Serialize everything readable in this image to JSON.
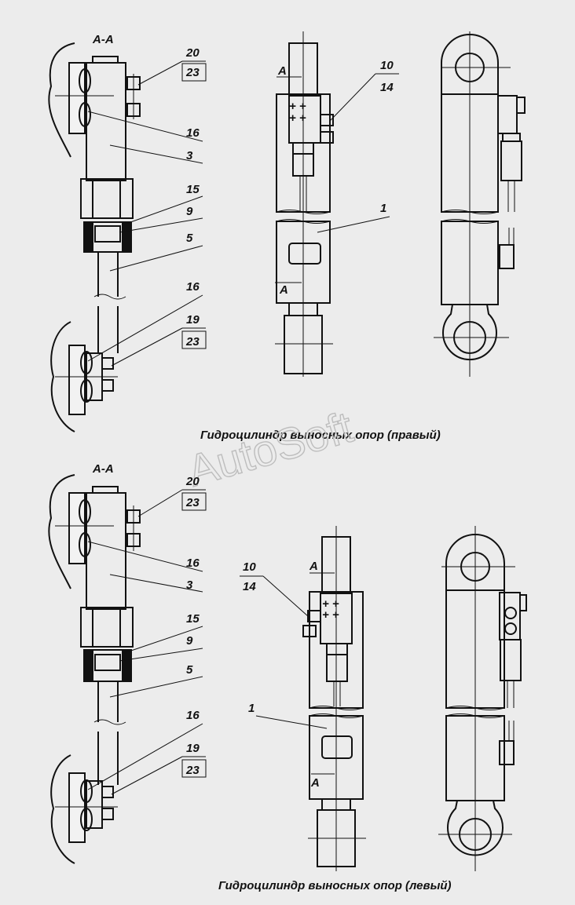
{
  "captions": {
    "top": "Гидроцилиндр выносных опор (правый)",
    "bottom": "Гидроцилиндр выносных опор (левый)"
  },
  "watermark": "AutoSoft",
  "section_label": "А-А",
  "view_arrow_label": "А",
  "callouts_top": [
    "20",
    "23",
    "16",
    "3",
    "15",
    "9",
    "5",
    "16",
    "19",
    "23",
    "10",
    "14",
    "1"
  ],
  "callouts_bottom": [
    "20",
    "23",
    "16",
    "3",
    "15",
    "9",
    "5",
    "16",
    "19",
    "23",
    "10",
    "14",
    "1"
  ]
}
